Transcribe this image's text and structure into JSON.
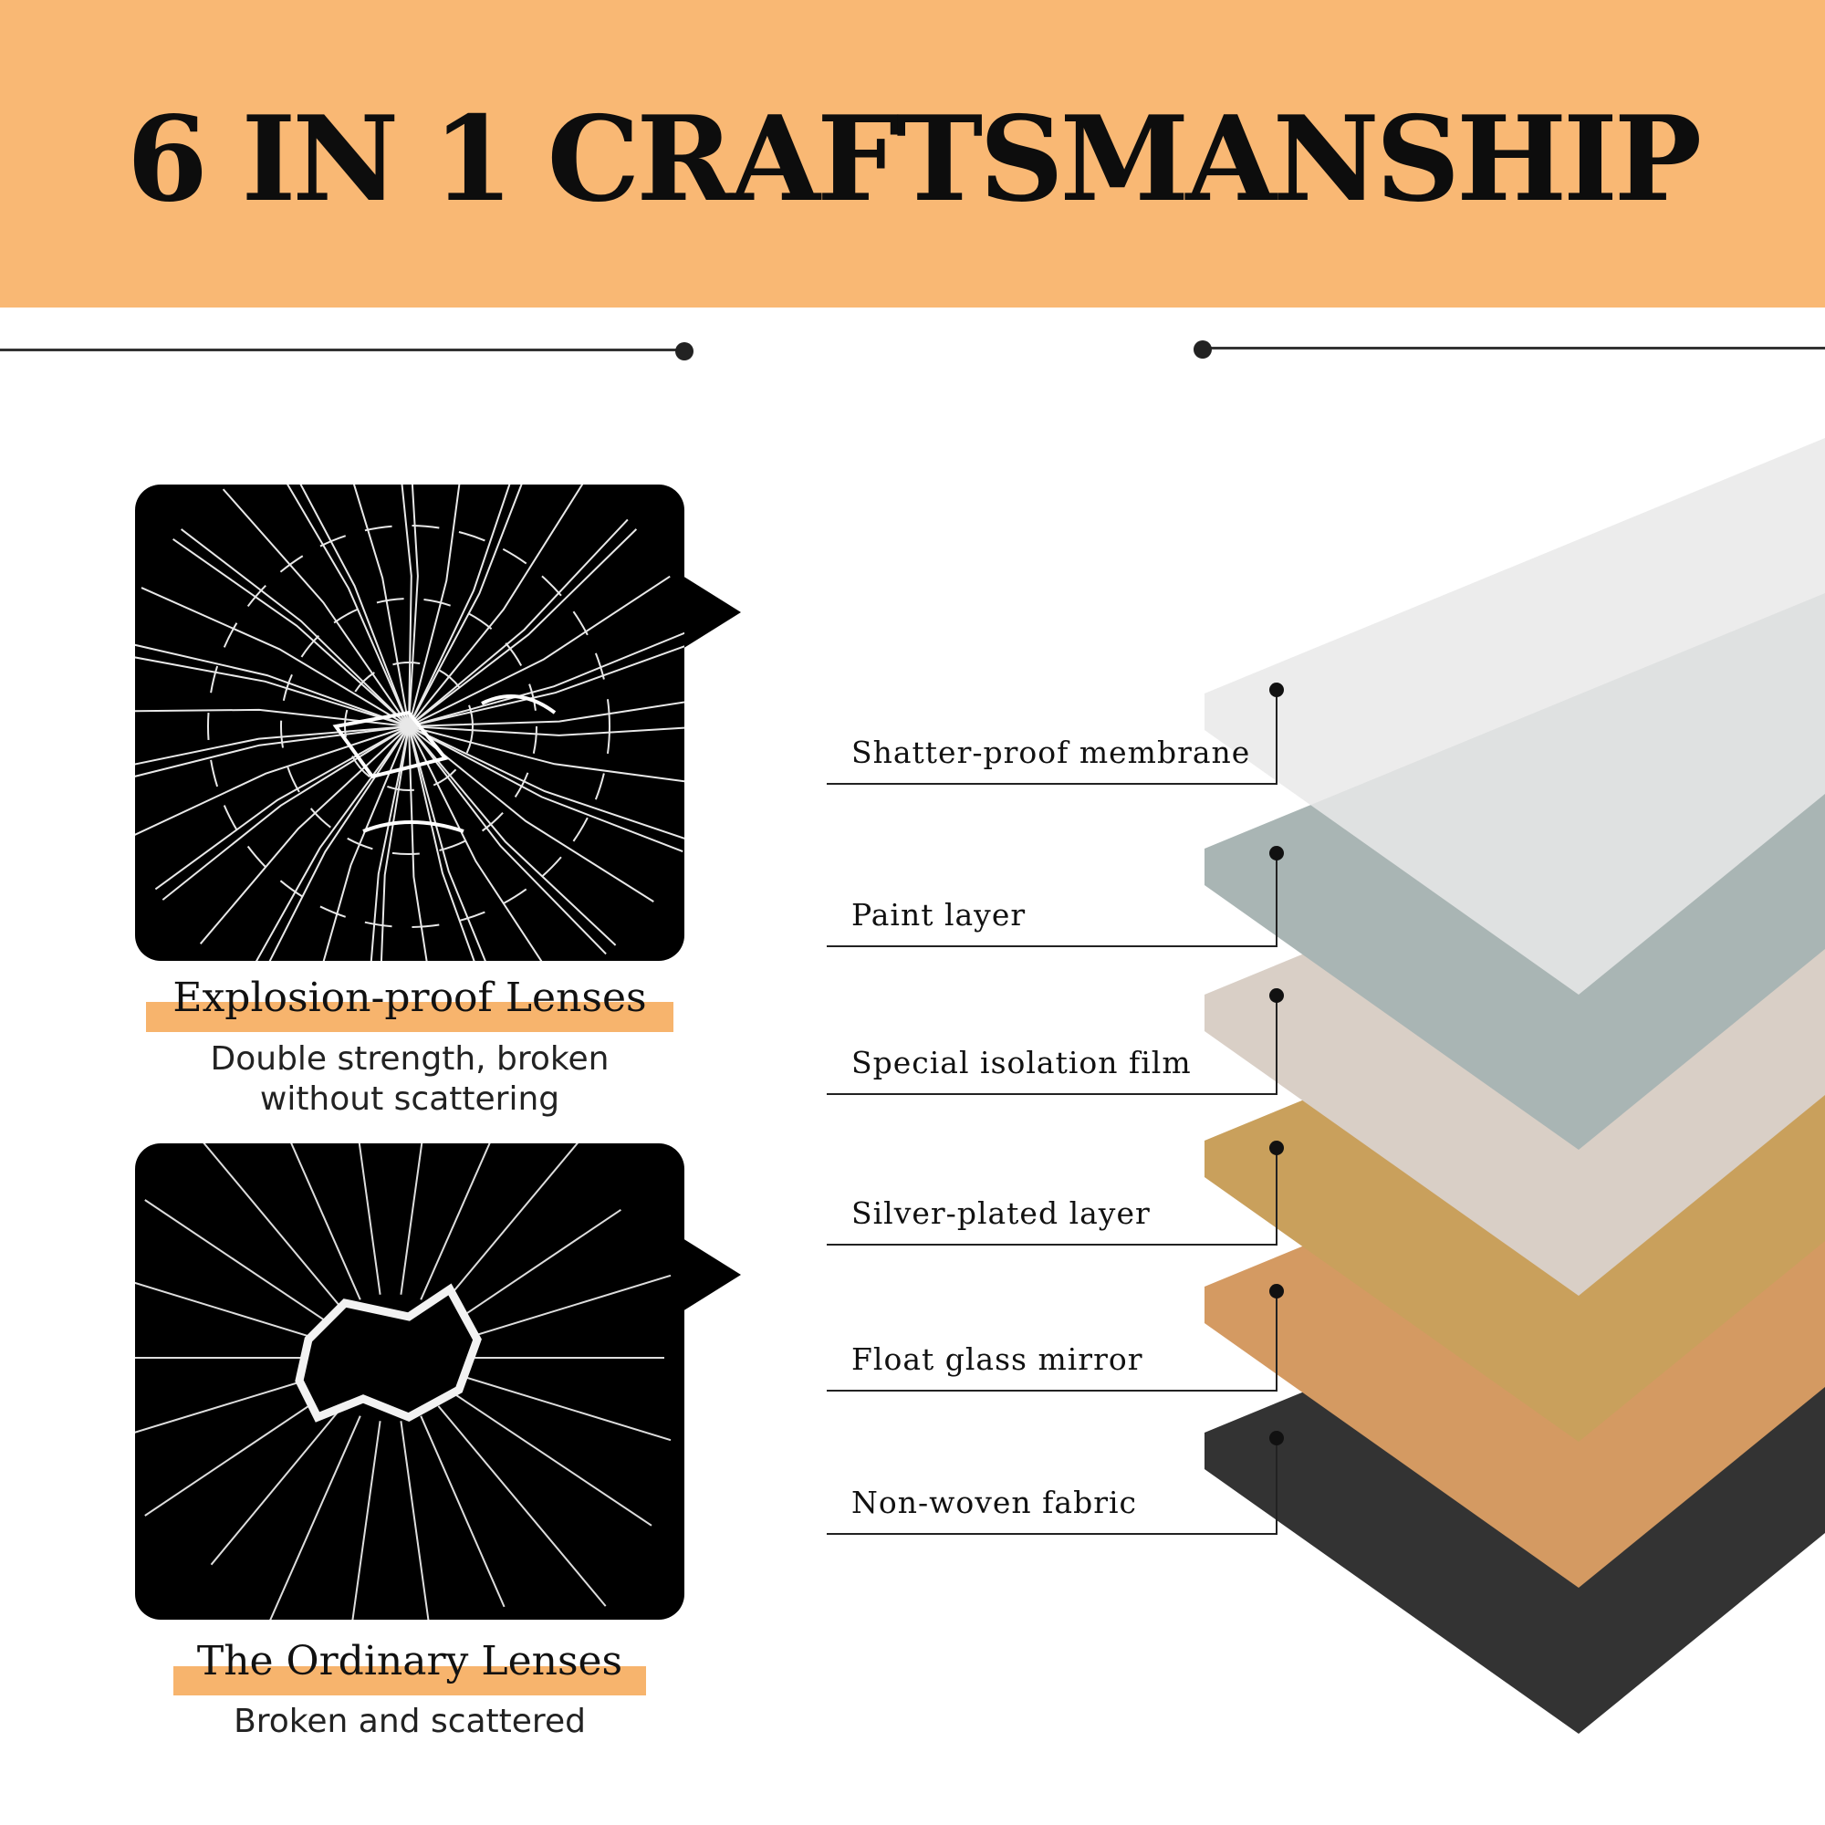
{
  "banner": {
    "title": "6 IN 1 CRAFTSMANSHIP",
    "color": "#f9b874"
  },
  "comparison": [
    {
      "title": "Explosion-proof Lenses",
      "subtitle_lines": [
        "Double strength, broken",
        "without scattering"
      ],
      "image": "shattered-glass-radial"
    },
    {
      "title": "The Ordinary Lenses",
      "subtitle_lines": [
        "Broken and scattered"
      ],
      "image": "shattered-glass-hole"
    }
  ],
  "layers": [
    {
      "label": "Shatter-proof membrane",
      "color": "#e9e9e9"
    },
    {
      "label": "Paint layer",
      "color": "#a9b5b4"
    },
    {
      "label": "Special isolation film",
      "color": "#d9cfc6"
    },
    {
      "label": "Silver-plated layer",
      "color": "#c9a05c"
    },
    {
      "label": "Float glass mirror",
      "color": "#d49a62"
    },
    {
      "label": "Non-woven fabric",
      "color": "#333333"
    }
  ]
}
